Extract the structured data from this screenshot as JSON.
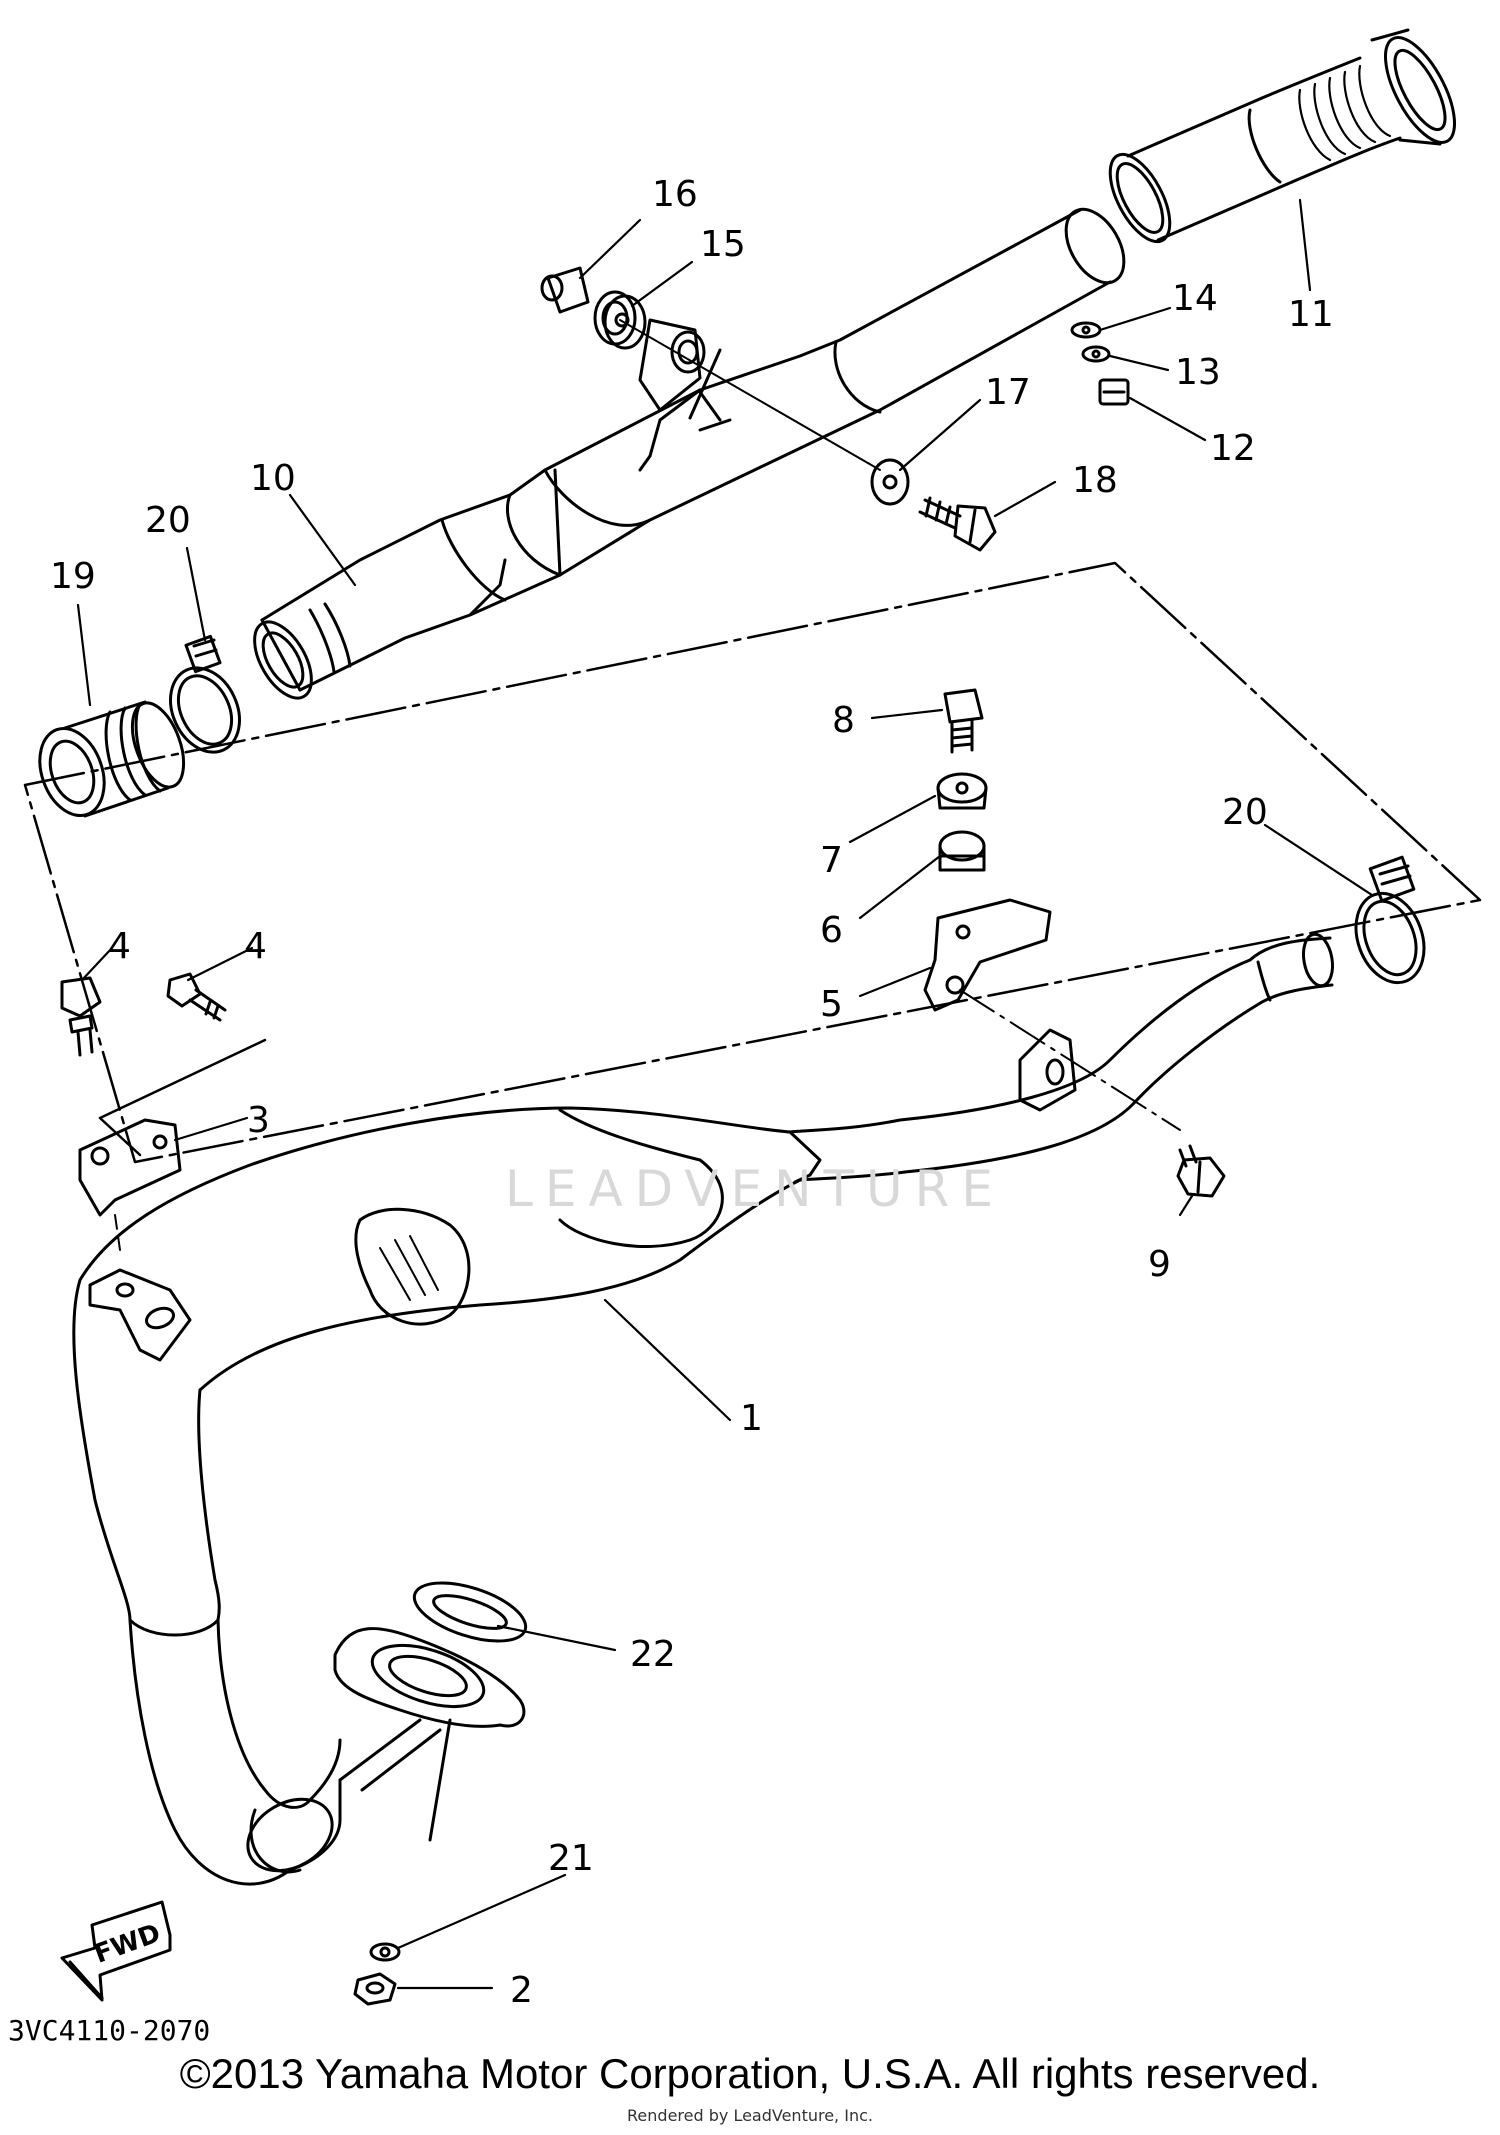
{
  "diagram": {
    "callouts": [
      "1",
      "2",
      "3",
      "4",
      "4",
      "5",
      "6",
      "7",
      "8",
      "9",
      "10",
      "11",
      "12",
      "13",
      "14",
      "15",
      "16",
      "17",
      "18",
      "19",
      "20",
      "20",
      "21",
      "22"
    ],
    "direction_marker": "FWD",
    "part_code": "3VC4110-2070"
  },
  "footer": {
    "copyright": "©2013 Yamaha Motor Corporation, U.S.A. All rights reserved.",
    "rendered_by": "Rendered by LeadVenture, Inc."
  },
  "watermark": {
    "text": "LEADVENTURE"
  }
}
